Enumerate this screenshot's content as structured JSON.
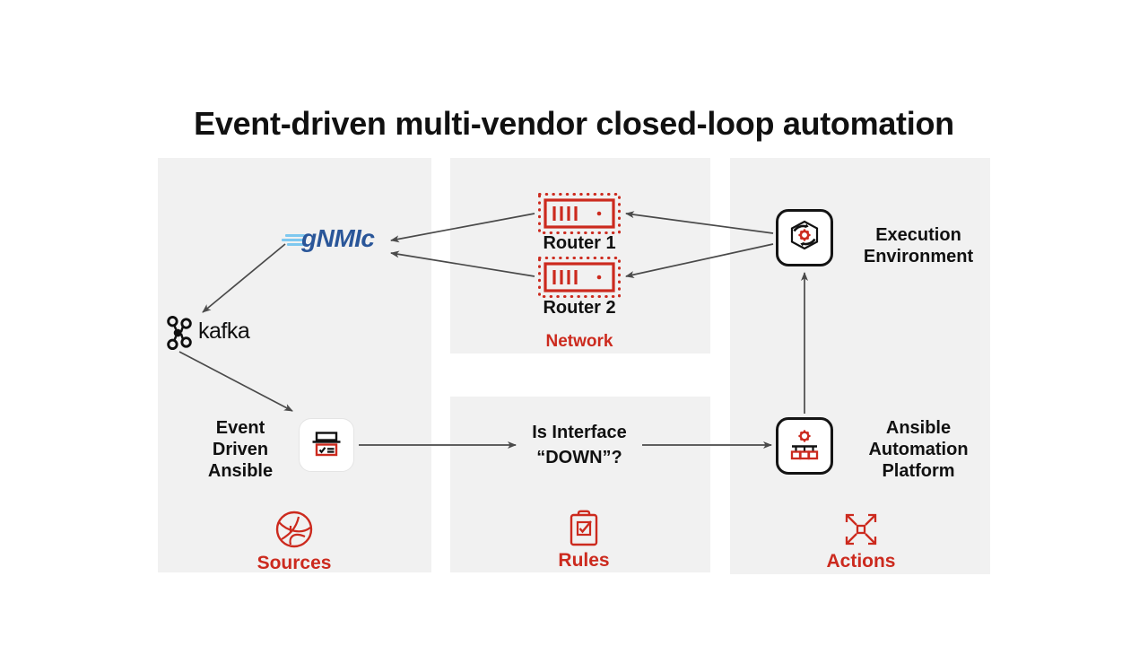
{
  "title": "Event-driven multi-vendor closed-loop automation",
  "colors": {
    "panel_bg": "#f1f1f1",
    "page_bg": "#ffffff",
    "red_accent": "#cc2a1e",
    "text_dark": "#111111",
    "gnmic_blue": "#2a5699",
    "gnmic_light_blue": "#7ec8ef",
    "arrow_gray": "#4a4a4a"
  },
  "panels": {
    "sources": {
      "category_label": "Sources",
      "category_icon": "globe-network-icon"
    },
    "network": {
      "category_label": "Network"
    },
    "rules": {
      "category_label": "Rules",
      "category_icon": "clipboard-check-icon"
    },
    "actions": {
      "category_label": "Actions",
      "category_icon": "expand-arrows-icon"
    }
  },
  "nodes": {
    "gnmic": {
      "label": "gNMIc",
      "icon": "gnmic-logo"
    },
    "kafka": {
      "label": "kafka",
      "icon": "kafka-logo"
    },
    "eda": {
      "label": "Event\nDriven\nAnsible",
      "line1": "Event",
      "line2": "Driven",
      "line3": "Ansible",
      "icon": "event-driven-ansible-icon"
    },
    "router1": {
      "label": "Router 1",
      "icon": "router-icon"
    },
    "router2": {
      "label": "Router 2",
      "icon": "router-icon"
    },
    "rules_question": {
      "line1": "Is Interface",
      "line2": "“DOWN”?"
    },
    "execution_environment": {
      "line1": "Execution",
      "line2": "Environment",
      "icon": "execution-environment-icon"
    },
    "ansible_automation_platform": {
      "line1": "Ansible",
      "line2": "Automation",
      "line3": "Platform",
      "icon": "ansible-automation-platform-icon"
    }
  },
  "connectors": [
    {
      "name": "router1-to-gnmic",
      "direction": "left"
    },
    {
      "name": "router2-to-gnmic",
      "direction": "left"
    },
    {
      "name": "gnmic-to-kafka",
      "direction": "down-left"
    },
    {
      "name": "kafka-to-eda",
      "direction": "down-right"
    },
    {
      "name": "eda-to-rules",
      "direction": "right"
    },
    {
      "name": "rules-to-aap",
      "direction": "right"
    },
    {
      "name": "aap-to-execution-environment",
      "direction": "up"
    },
    {
      "name": "execution-environment-to-router1",
      "direction": "left"
    },
    {
      "name": "execution-environment-to-router2",
      "direction": "left"
    }
  ]
}
